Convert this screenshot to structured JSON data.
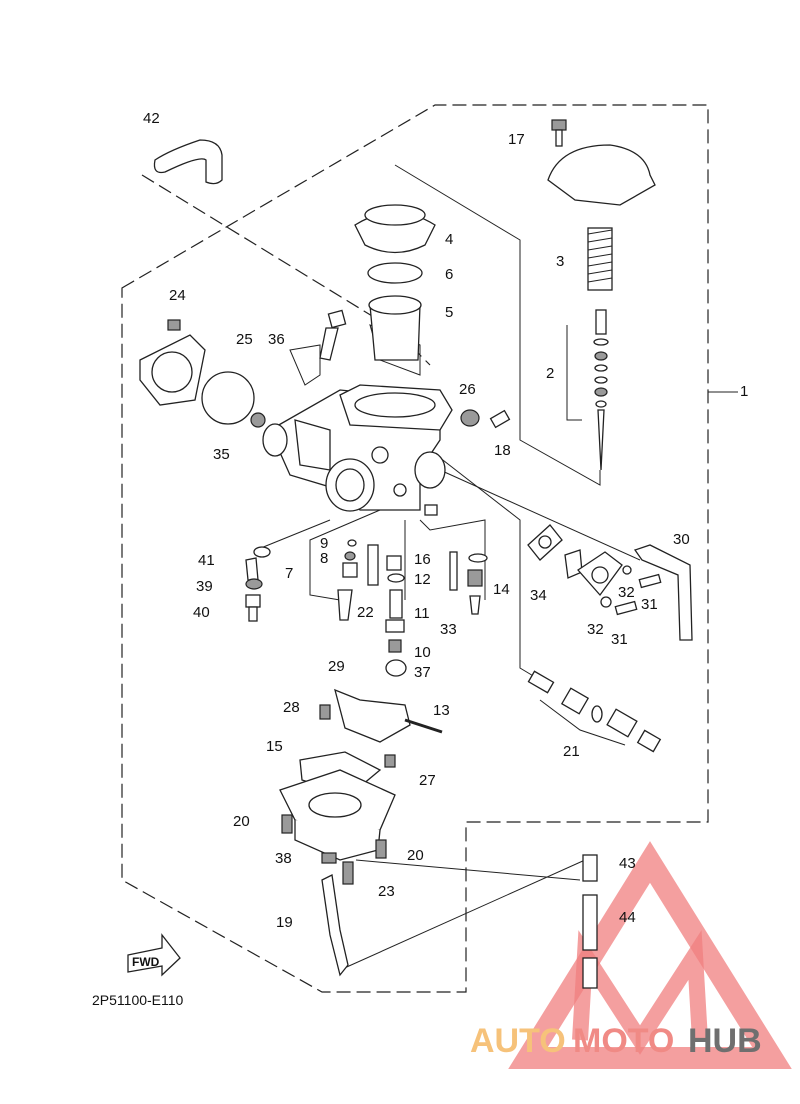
{
  "diagram": {
    "code": "2P51100-E110",
    "fwd_label": "FWD",
    "labels": [
      "42",
      "17",
      "4",
      "6",
      "5",
      "3",
      "24",
      "25",
      "36",
      "2",
      "1",
      "26",
      "18",
      "35",
      "30",
      "9",
      "8",
      "7",
      "16",
      "12",
      "14",
      "41",
      "39",
      "40",
      "22",
      "11",
      "33",
      "34",
      "32",
      "31",
      "32",
      "31",
      "10",
      "37",
      "29",
      "28",
      "13",
      "21",
      "15",
      "27",
      "20",
      "20",
      "38",
      "23",
      "43",
      "19",
      "44"
    ]
  },
  "watermark": {
    "brand_auto": "AUTO",
    "brand_moto": "MOTO",
    "brand_hub": "HUB",
    "colors": {
      "auto": "#f6c27a",
      "moto": "#f08a85",
      "hub": "#6f6f6f",
      "triangle": "#f07f7f"
    }
  }
}
